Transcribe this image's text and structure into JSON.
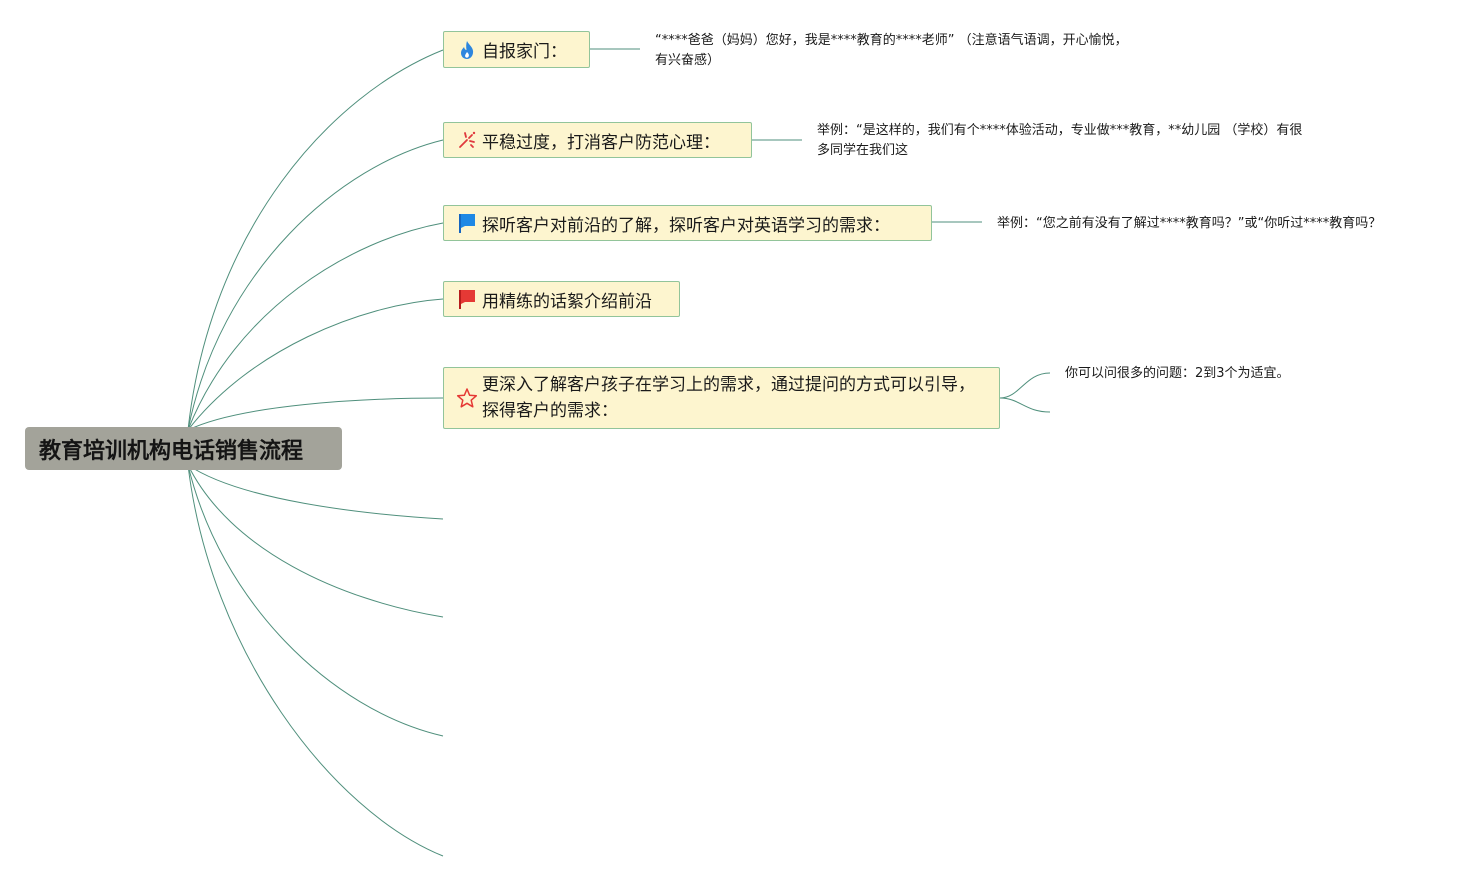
{
  "root": {
    "title": "教育培训机构电话销售流程"
  },
  "topics": [
    {
      "label": "自报家门：",
      "icon": "fire-icon",
      "color": "#2e86de"
    },
    {
      "label": "平稳过度，打消客户防范心理：",
      "icon": "fireworks-icon",
      "color": "#e0393e"
    },
    {
      "label": "探听客户对前沿的了解，探听客户对英语学习的需求：",
      "icon": "blue-flag-icon",
      "color": "#1e88e5"
    },
    {
      "label": "用精练的话絮介绍前沿",
      "icon": "red-flag-icon",
      "color": "#e53935"
    },
    {
      "label": "更深入了解客户孩子在学习上的需求，通过提问的方式可以引导，探得客户的需求：",
      "icon": "star-icon",
      "color": "#e53935"
    }
  ],
  "notes": [
    "“****爸爸（妈妈）您好，我是****教育的****老师” （注意语气语调，开心愉悦，有兴奋感）",
    "举例：“是这样的，我们有个****体验活动，专业做***教育，**幼儿园 （学校）有很多同学在我们这",
    "举例：“您之前有没有了解过****教育吗？”或“你听过****教育吗？",
    "你可以问很多的问题：2到3个为适宜。"
  ]
}
